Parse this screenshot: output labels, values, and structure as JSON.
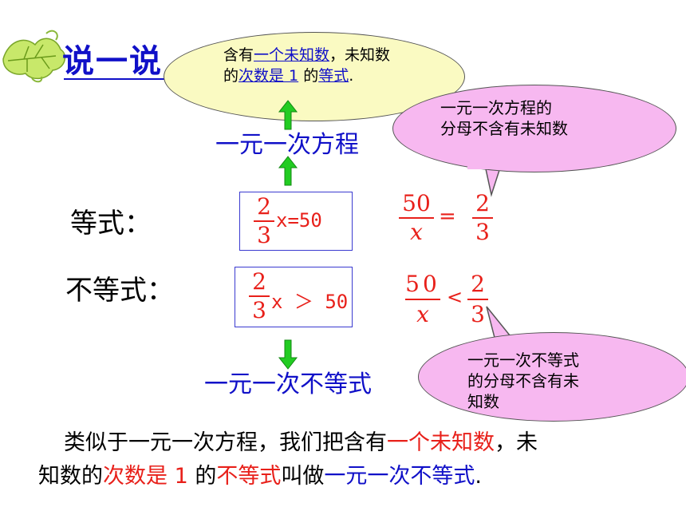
{
  "header": {
    "title": "说一说"
  },
  "definition_bubble": {
    "line1_a": "含有",
    "line1_b": "一个未知数",
    "line1_c": "，未知数",
    "line2_a": "的",
    "line2_b": "次数是 1",
    "line2_c": " 的",
    "line2_d": "等式",
    "line2_e": "."
  },
  "callout_equation": {
    "line1": "一元一次方程的",
    "line2": "分母不含有未知数"
  },
  "callout_inequality": {
    "line1": "一元一次不等式",
    "line2": "的分母不含有未",
    "line3": "知数"
  },
  "flow": {
    "top_term": "一元一次方程",
    "bottom_term": "一元一次不等式"
  },
  "rows": {
    "equation_label": "等式：",
    "inequality_label": "不等式：",
    "eq_box": {
      "num": "2",
      "den": "3",
      "rest": "x=50"
    },
    "ineq_box": {
      "num": "2",
      "den": "3",
      "rest": "x ＞ 50"
    },
    "eq_right": {
      "num1": "50",
      "den1": "x",
      "op": "=",
      "num2": "2",
      "den2": "3"
    },
    "ineq_right": {
      "num1": "50",
      "den1": "x",
      "op": "<",
      "num2": "2",
      "den2": "3"
    }
  },
  "summary": {
    "s1": "类似于一元一次方程，我们把含有",
    "s2": "一个未知数",
    "s3": "，未",
    "s4": "知数的",
    "s5": "次数是 1",
    "s6": " 的",
    "s7": "不等式",
    "s8": "叫做",
    "s9": "一元一次不等式",
    "s10": "."
  },
  "colors": {
    "accent_blue": "#1010c8",
    "accent_red": "#e8201a",
    "arrow_green": "#22cc22",
    "bubble_pink": "#f7b8f0",
    "bubble_yellow": "#fafac2"
  }
}
